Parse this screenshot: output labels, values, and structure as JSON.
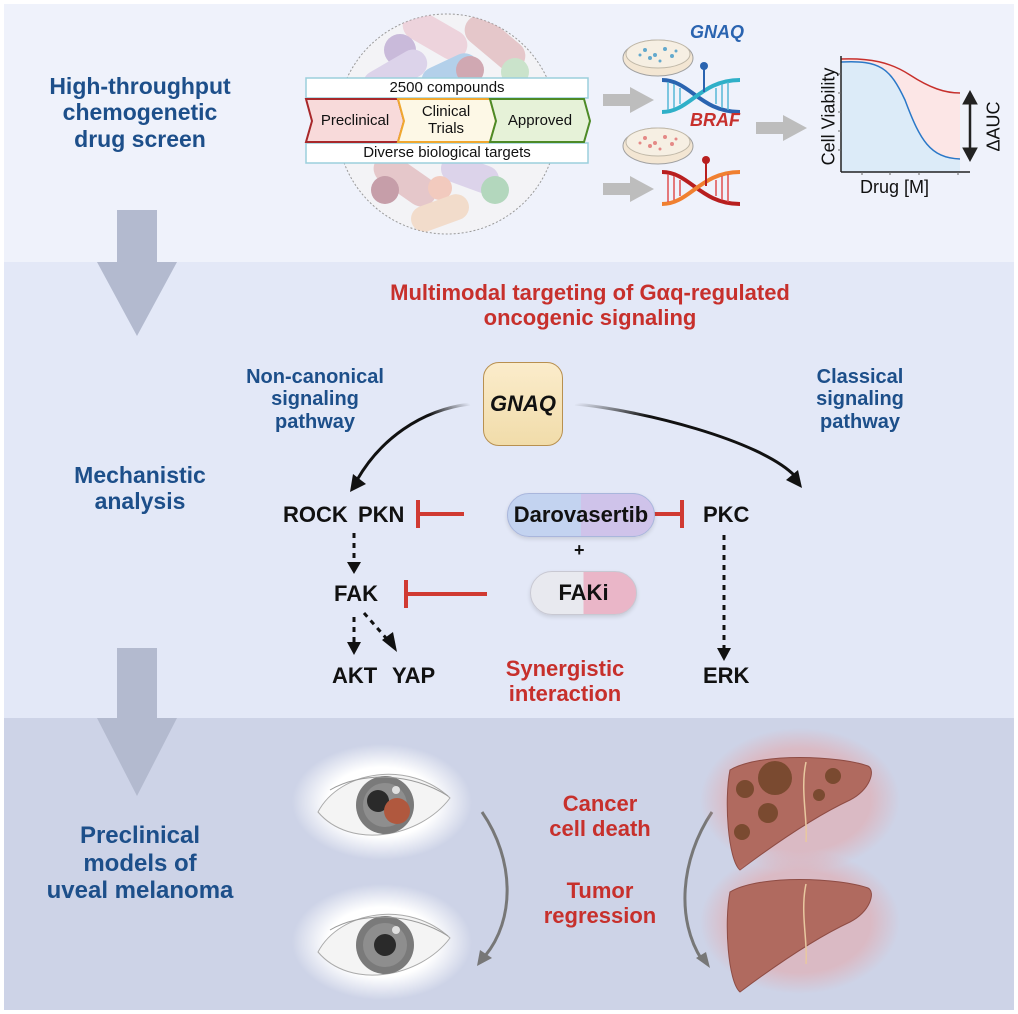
{
  "stages": {
    "screen": {
      "line1": "High-throughput",
      "line2": "chemogenetic",
      "line3": "drug screen"
    },
    "mechanism": {
      "line1": "Mechanistic",
      "line2": "analysis"
    },
    "models": {
      "line1": "Preclinical",
      "line2": "models of",
      "line3": "uveal melanoma"
    }
  },
  "screen": {
    "compounds_label": "2500 compounds",
    "phases": [
      "Preclinical",
      "Clinical",
      "Trials",
      "Approved"
    ],
    "targets_label": "Diverse biological targets",
    "genes": [
      "GNAQ",
      "BRAF"
    ],
    "gene_colors": {
      "GNAQ": "#2a64b0",
      "BRAF": "#c7302c"
    }
  },
  "viability_plot": {
    "ylabel": "Cell Viability",
    "xlabel": "Drug [M]",
    "delta_label": "ΔAUC"
  },
  "mechanism": {
    "title_line1": "Multimodal targeting of Gαq-regulated",
    "title_line2": "oncogenic signaling",
    "left_pathway": {
      "line1": "Non-canonical",
      "line2": "signaling",
      "line3": "pathway"
    },
    "right_pathway": {
      "line1": "Classical",
      "line2": "signaling",
      "line3": "pathway"
    },
    "gnaq": "GNAQ",
    "nodes": {
      "rock": "ROCK",
      "pkn": "PKN",
      "pkc": "PKC",
      "fak": "FAK",
      "akt": "AKT",
      "yap": "YAP",
      "erk": "ERK"
    },
    "drug1": "Darovasertib",
    "plus": "+",
    "drug2": "FAKi",
    "synergy_line1": "Synergistic",
    "synergy_line2": "interaction"
  },
  "outcomes": {
    "line1a": "Cancer",
    "line1b": "cell death",
    "line2a": "Tumor",
    "line2b": "regression"
  },
  "colors": {
    "stage_blue": "#1d4f8a",
    "accent_red": "#c7302c",
    "inhibit_red": "#d03a32"
  }
}
